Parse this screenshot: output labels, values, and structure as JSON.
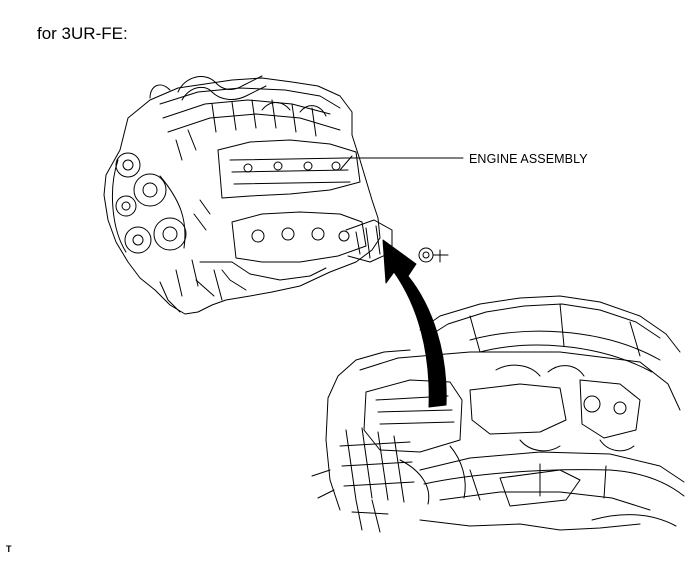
{
  "heading": "for 3UR-FE:",
  "callout": {
    "label": "ENGINE ASSEMBLY"
  },
  "corner_mark": "T",
  "colors": {
    "line": "#000000",
    "background": "#ffffff"
  },
  "illustration": {
    "parts": [
      "engine-assembly",
      "vehicle-engine-bay",
      "lift-direction-arrow"
    ]
  }
}
